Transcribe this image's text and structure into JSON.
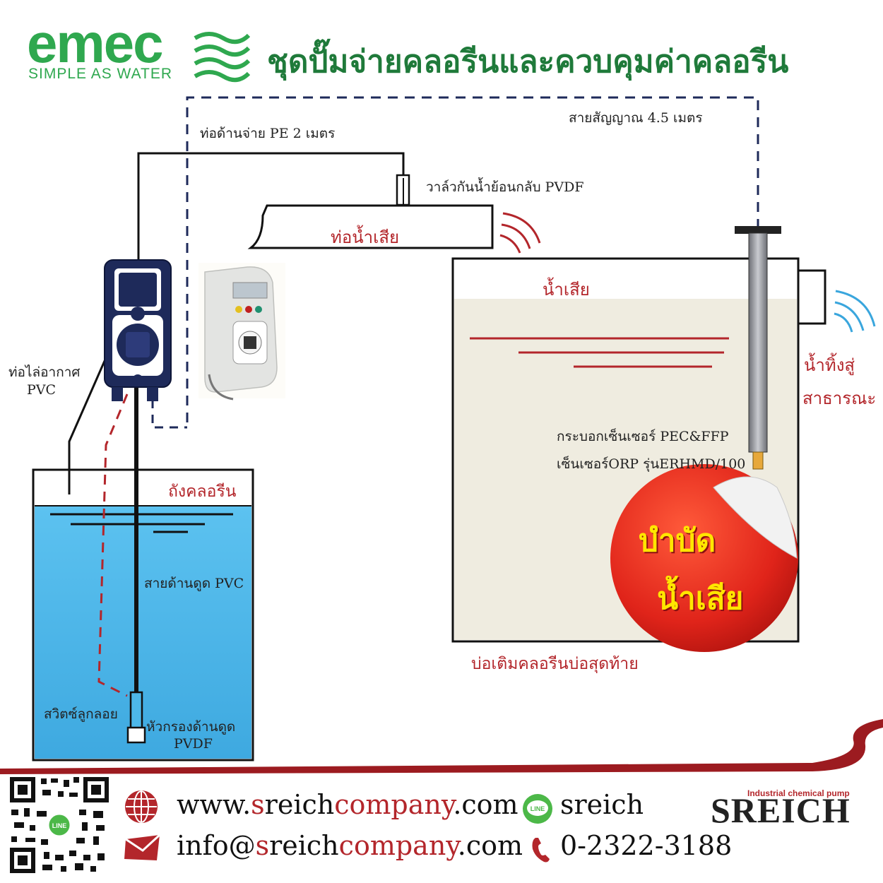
{
  "logo": {
    "name": "emec",
    "tagline": "SIMPLE AS WATER"
  },
  "title": "ชุดปั๊มจ่ายคลอรีนและควบคุมค่าคลอรีน",
  "labels": {
    "discharge_pipe": "ท่อด้านจ่าย PE 2 เมตร",
    "signal_cable": "สายสัญญาณ 4.5 เมตร",
    "check_valve": "วาล์วกันน้ำย้อนกลับ PVDF",
    "waste_pipe": "ท่อน้ำเสีย",
    "waste_water": "น้ำเสีย",
    "discharge_public_1": "น้ำทิ้งสู่",
    "discharge_public_2": "สาธารณะ",
    "air_vent_1": "ท่อไล่อากาศ",
    "air_vent_2": "PVC",
    "sensor_holder": "กระบอกเซ็นเซอร์ PEC&FFP",
    "orp_sensor": "เซ็นเซอร์ORP รุ่นERHMD/100",
    "chlorine_tank": "ถังคลอรีน",
    "suction_line": "สายด้านดูด PVC",
    "float_switch": "สวิตซ์ลูกลอย",
    "foot_filter_1": "หัวกรองด้านดูด",
    "foot_filter_2": "PVDF",
    "final_pond": "บ่อเติมคลอรีนบ่อสุดท้าย",
    "badge_1": "บำบัด",
    "badge_2": "น้ำเสีย"
  },
  "contact": {
    "web_pre": "www.",
    "web_s": "s",
    "web_mid": "reich",
    "web_company": "company",
    "web_post": ".com",
    "mail_pre": "info@",
    "mail_s": "s",
    "mail_mid": "reich",
    "mail_company": "company",
    "mail_post": ".com",
    "line_badge": "LINE",
    "line_id": "sreich",
    "phone": "0-2322-3188"
  },
  "brand": {
    "tag": "Industrial chemical pump",
    "name": "SREICH"
  },
  "colors": {
    "green": "#2fa84f",
    "title_green": "#1f7a3a",
    "red": "#b3262b",
    "navy": "#1e2a5a",
    "water": "#4db8ea",
    "pond": "#efece0"
  }
}
